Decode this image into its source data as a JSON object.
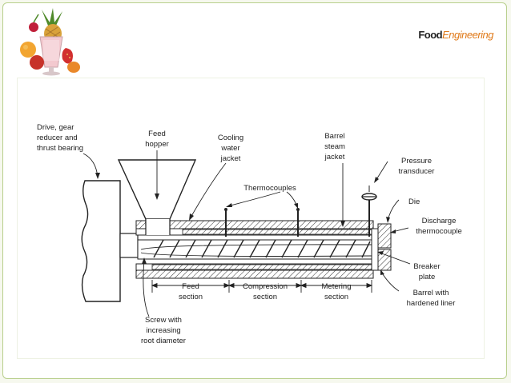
{
  "brand": {
    "part1": "Food",
    "part2": "Engineering",
    "accent_color": "#e07a1a"
  },
  "decor": {
    "icon": "fruit-smoothie-icon"
  },
  "diagram": {
    "labels": {
      "drive_1": "Drive, gear",
      "drive_2": "reducer and",
      "drive_3": "thrust bearing",
      "feed_hopper_1": "Feed",
      "feed_hopper_2": "hopper",
      "cooling_1": "Cooling",
      "cooling_2": "water",
      "cooling_3": "jacket",
      "barrel_steam_1": "Barrel",
      "barrel_steam_2": "steam",
      "barrel_steam_3": "jacket",
      "pressure_1": "Pressure",
      "pressure_2": "transducer",
      "thermocouples": "Thermocouples",
      "die": "Die",
      "discharge_1": "Discharge",
      "discharge_2": "thermocouple",
      "breaker_1": "Breaker",
      "breaker_2": "plate",
      "barrel_liner_1": "Barrel with",
      "barrel_liner_2": "hardened liner",
      "feed_section_1": "Feed",
      "feed_section_2": "section",
      "compression_1": "Compression",
      "compression_2": "section",
      "metering_1": "Metering",
      "metering_2": "section",
      "screw_1": "Screw with",
      "screw_2": "increasing",
      "screw_3": "root diameter"
    }
  }
}
